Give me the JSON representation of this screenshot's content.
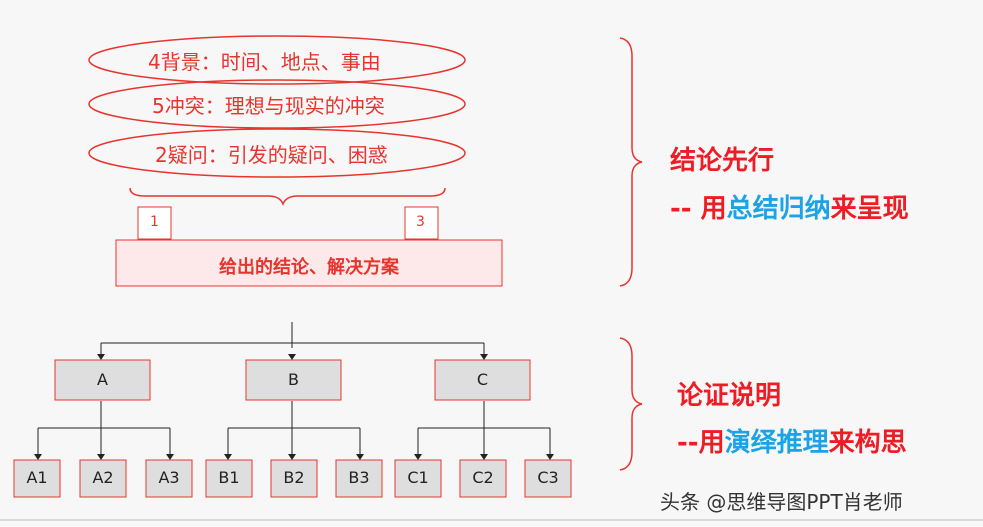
{
  "top": {
    "ellipses": [
      "4背景：时间、地点、事由",
      "5冲突：理想与现实的冲突",
      "2疑问：引发的疑问、困惑"
    ],
    "tag_left": "1",
    "tag_right": "3",
    "conclusion": "给出的结论、解决方案"
  },
  "right_top": {
    "title": "结论先行",
    "line2_prefix": "-- 用",
    "line2_highlight": "总结归纳",
    "line2_suffix": "来呈现"
  },
  "tree": {
    "level1": [
      "A",
      "B",
      "C"
    ],
    "level2": [
      "A1",
      "A2",
      "A3",
      "B1",
      "B2",
      "B3",
      "C1",
      "C2",
      "C3"
    ]
  },
  "right_bottom": {
    "title": "论证说明",
    "line2_prefix": "--用",
    "line2_highlight": "演绎推理",
    "line2_suffix": "来构思"
  },
  "watermark": "头条 @思维导图PPT肖老师",
  "colors": {
    "red": "#e8342f",
    "blue": "#1ba3e6",
    "pink_fill": "#fde9e9",
    "gray_box": "#dedede"
  }
}
